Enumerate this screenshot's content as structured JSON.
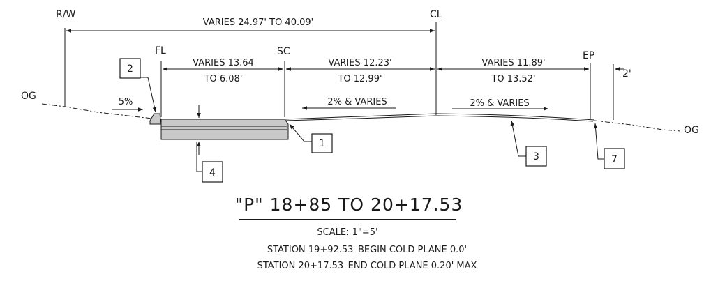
{
  "labels": {
    "rw": "R/W",
    "cl": "CL",
    "fl": "FL",
    "sc": "SC",
    "ep": "EP",
    "og_left": "OG",
    "og_right": "OG",
    "two_ft": "2'"
  },
  "dimensions": {
    "overall": "VARIES 24.97' TO 40.09'",
    "seg1_line1": "VARIES 13.64",
    "seg1_line2": "TO 6.08'",
    "seg2_line1": "VARIES 12.23'",
    "seg2_line2": "TO 12.99'",
    "seg3_line1": "VARIES 11.89'",
    "seg3_line2": "TO 13.52'"
  },
  "slopes": {
    "left": "5%",
    "middle": "2% & VARIES",
    "right": "2% & VARIES"
  },
  "callouts": [
    "1",
    "2",
    "3",
    "4",
    "7"
  ],
  "title": "\"P\" 18+85 TO 20+17.53",
  "scale": "SCALE: 1\"=5'",
  "notes": [
    "STATION 19+92.53–BEGIN COLD PLANE 0.0'",
    "STATION 20+17.53–END COLD PLANE 0.20' MAX"
  ]
}
